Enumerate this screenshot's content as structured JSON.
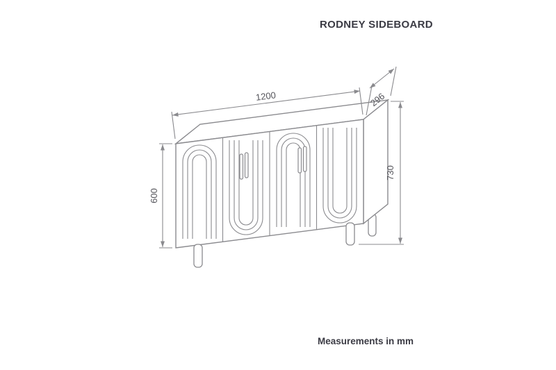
{
  "title": "RODNEY SIDEBOARD",
  "note": "Measurements in mm",
  "dimensions": {
    "width": "1200",
    "depth": "296",
    "height": "730",
    "body_height": "600",
    "unit": "mm"
  },
  "diagram": {
    "subject": "sideboard-isometric-line-drawing",
    "doors": 4,
    "legs": 3
  },
  "colors": {
    "background": "#ffffff",
    "line": "#8a8a8e",
    "dimension_text": "#56565c",
    "title_text": "#3b3b44"
  }
}
